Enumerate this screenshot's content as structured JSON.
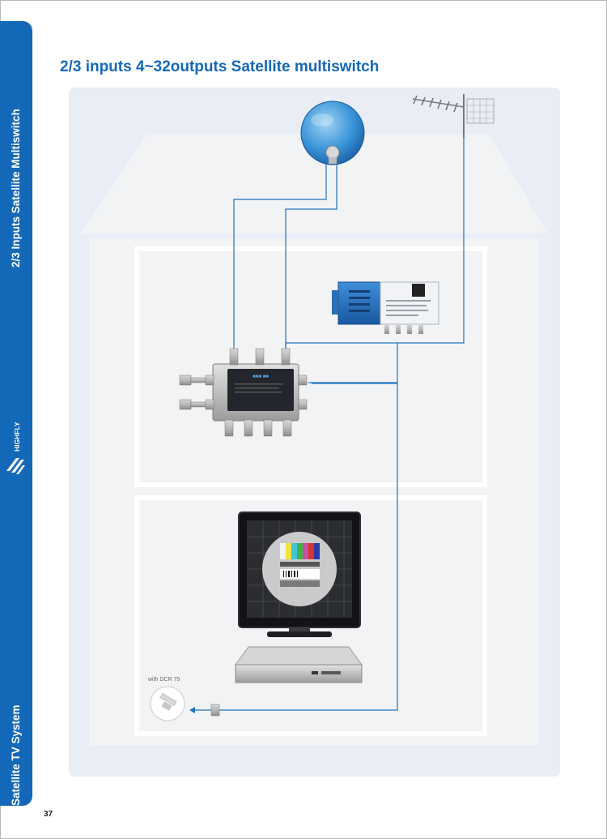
{
  "sidebar": {
    "top_label": "2/3 Inputs Satellite Multiswitch",
    "bottom_label": "Satellite TV System",
    "brand": "HIGHFLY"
  },
  "page": {
    "title": "2/3 inputs  4~32outputs Satellite multiswitch",
    "number": "37"
  },
  "diagram": {
    "dcr_label": "with DCR 75"
  },
  "colors": {
    "brand_blue": "#1468b8",
    "panel_bg": "#e8edf6",
    "cable": "#1e72bf"
  }
}
